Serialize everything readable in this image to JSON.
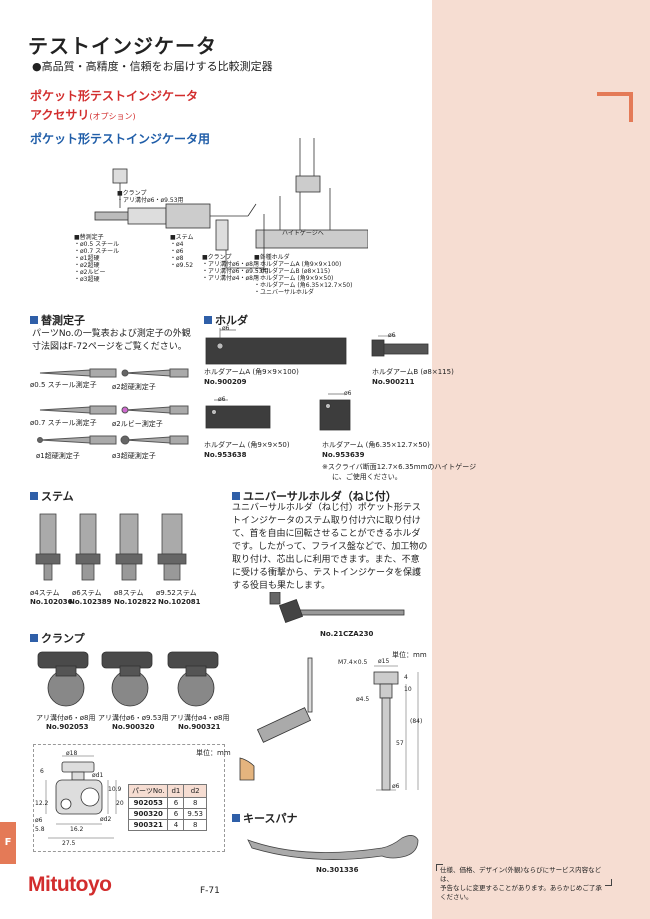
{
  "header": {
    "title": "テストインジケータ",
    "subtitle": "●高品質・高精度・信頼をお届けする比較測定器",
    "product": "ポケット形テストインジケータ",
    "accessory": "アクセサリ",
    "accessory_note": "(オプション)",
    "for_label": "ポケット形テストインジケータ用"
  },
  "overview": {
    "clamp": [
      "■クランプ",
      "・アリ溝付ø6・ø9.53用"
    ],
    "contact": [
      "■替測定子",
      "・ø0.5 スチール",
      "・ø0.7 スチール",
      "・ø1超硬",
      "・ø2超硬",
      "・ø2ルビー",
      "・ø3超硬"
    ],
    "stem": [
      "■ステム",
      "・ø4",
      "・ø6",
      "・ø8",
      "・ø9.52"
    ],
    "clamp2": [
      "■クランプ",
      "・アリ溝付ø6・ø8用",
      "・アリ溝付ø6・ø9.53用",
      "・アリ溝付ø4・ø8用"
    ],
    "holder": [
      "■各種ホルダ",
      "・ホルダアームA (角9×9×100)",
      "・ホルダアームB (ø8×115)",
      "・ホルダアーム (角9×9×50)",
      "・ホルダアーム (角6.35×12.7×50)",
      "・ユニバーサルホルダ"
    ],
    "height_gauge": "ハイトゲージへ"
  },
  "contacts": {
    "title": "替測定子",
    "desc": "パーツNo.の一覧表および測定子の外観寸法図はF-72ページをご覧ください。",
    "items": [
      "ø0.5 スチール測定子",
      "ø2超硬測定子",
      "ø0.7 スチール測定子",
      "ø2ルビー測定子",
      "ø1超硬測定子",
      "ø3超硬測定子"
    ]
  },
  "holders": {
    "title": "ホルダ",
    "items": [
      {
        "name": "ホルダアームA (角9×9×100)",
        "no": "No.900209",
        "dim": "ø6"
      },
      {
        "name": "ホルダアームB (ø8×115)",
        "no": "No.900211",
        "dim": "ø6"
      },
      {
        "name": "ホルダアーム (角9×9×50)",
        "no": "No.953638",
        "dim": "ø6"
      },
      {
        "name": "ホルダアーム (角6.35×12.7×50)",
        "no": "No.953639",
        "dim": "ø6"
      }
    ],
    "note": [
      "※スクライバ断面12.7×6.35mmのハイトゲージ",
      "に、ご使用ください。"
    ]
  },
  "stems": {
    "title": "ステム",
    "items": [
      {
        "name": "ø4ステム",
        "no": "No.102036"
      },
      {
        "name": "ø6ステム",
        "no": "No.102389"
      },
      {
        "name": "ø8ステム",
        "no": "No.102822"
      },
      {
        "name": "ø9.52ステム",
        "no": "No.102081"
      }
    ]
  },
  "universal": {
    "title": "ユニバーサルホルダ（ねじ付）",
    "text": "ユニバーサルホルダ（ねじ付）ポケット形テストインジケータのステム取り付け穴に取り付けて、首を自由に回転させることができるホルダです。したがって、フライス盤などで、加工物の取り付け、芯出しに利用できます。また、不意に受ける衝撃から、テストインジケータを保護する役目も果たします。",
    "no": "No.21CZA230",
    "unit": "単位：mm",
    "dims": [
      "M7.4×0.5",
      "ø15",
      "ø4.5",
      "57",
      "(84)",
      "ø6",
      "4",
      "10"
    ]
  },
  "clamps": {
    "title": "クランプ",
    "items": [
      {
        "name": "アリ溝付ø6・ø8用",
        "no": "No.902053"
      },
      {
        "name": "アリ溝付ø6・ø9.53用",
        "no": "No.900320"
      },
      {
        "name": "アリ溝付ø4・ø8用",
        "no": "No.900321"
      }
    ],
    "unit": "単位：mm",
    "dims": [
      "ø18",
      "6",
      "ød1",
      "12.2",
      "ød2",
      "ø6",
      "5.8",
      "16.2",
      "27.5",
      "10.9",
      "20"
    ],
    "table": {
      "head": [
        "パーツNo.",
        "d1",
        "d2"
      ],
      "rows": [
        [
          "902053",
          "6",
          "8"
        ],
        [
          "900320",
          "6",
          "9.53"
        ],
        [
          "900321",
          "4",
          "8"
        ]
      ]
    }
  },
  "spanner": {
    "title": "キースパナ",
    "no": "No.301336"
  },
  "footer": {
    "tab": "F",
    "logo": "Mitutoyo",
    "page": "F-71",
    "note": [
      "仕様、価格、デザイン(外観)ならびにサービス内容などは、",
      "予告なしに変更することがあります。あらかじめご了承ください。"
    ]
  },
  "colors": {
    "accent": "#e47a57",
    "band": "#f6ddd2",
    "red": "#d22d2d",
    "blue": "#1f5da8"
  }
}
